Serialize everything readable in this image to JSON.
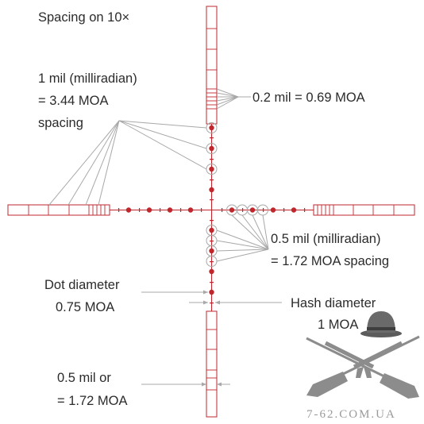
{
  "labels": {
    "magnification": "Spacing on 10×",
    "mil_line1": "1 mil (milliradian)",
    "mil_line2": "= 3.44 MOA",
    "mil_line3": "spacing",
    "small_mark": "0.2 mil = 0.69 MOA",
    "half_mil_line1": "0.5 mil (milliradian)",
    "half_mil_line2": "= 1.72 MOA spacing",
    "dot_line1": "Dot diameter",
    "dot_line2": "0.75 MOA",
    "hash_line1": "Hash diameter",
    "hash_line2": "1 MOA",
    "post_line1": "0.5 mil or",
    "post_line2": "= 1.72 MOA"
  },
  "watermark": "7-62.COM.UA",
  "icons": [
    "hat-icon",
    "crossed-rifles-icon"
  ],
  "colors": {
    "reticle": "#c0272d",
    "leader": "#a8a8a8",
    "text": "#2b2b2b",
    "logo": "#8c8c8c"
  }
}
